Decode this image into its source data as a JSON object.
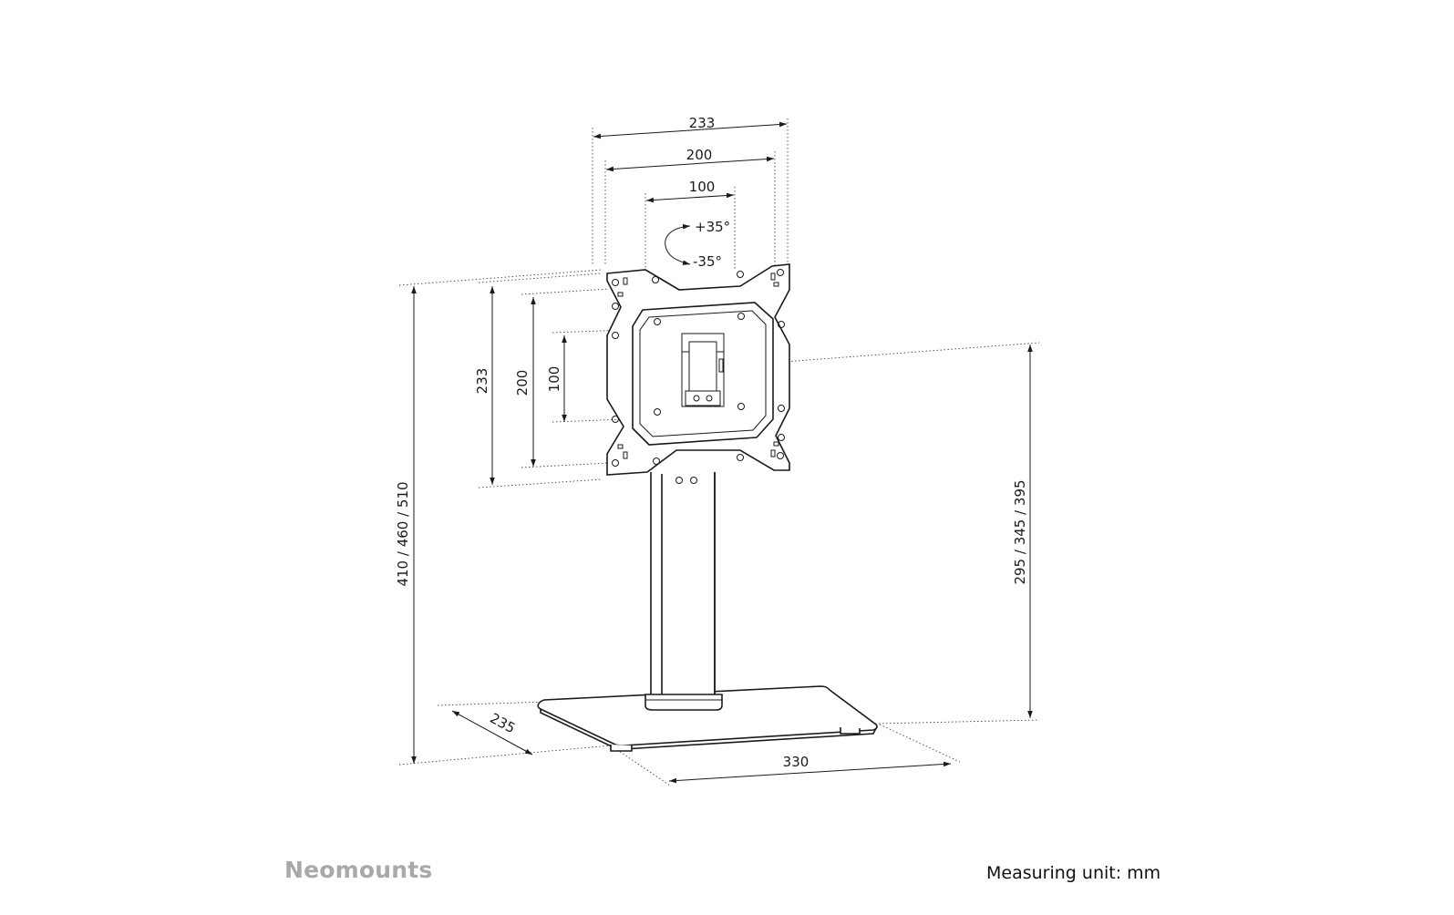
{
  "dimensions": {
    "plate_width": "233",
    "vesa_200_width": "200",
    "vesa_100_width": "100",
    "plate_height": "233",
    "vesa_200_height": "200",
    "vesa_100_height": "100",
    "rotation_plus": "+35°",
    "rotation_minus": "-35°",
    "overall_height": "410 / 460 / 510",
    "plate_center_height": "295 / 345 / 395",
    "base_depth": "235",
    "base_width": "330"
  },
  "footer": {
    "brand": "Neomounts",
    "measuring_unit": "Measuring unit: mm"
  }
}
